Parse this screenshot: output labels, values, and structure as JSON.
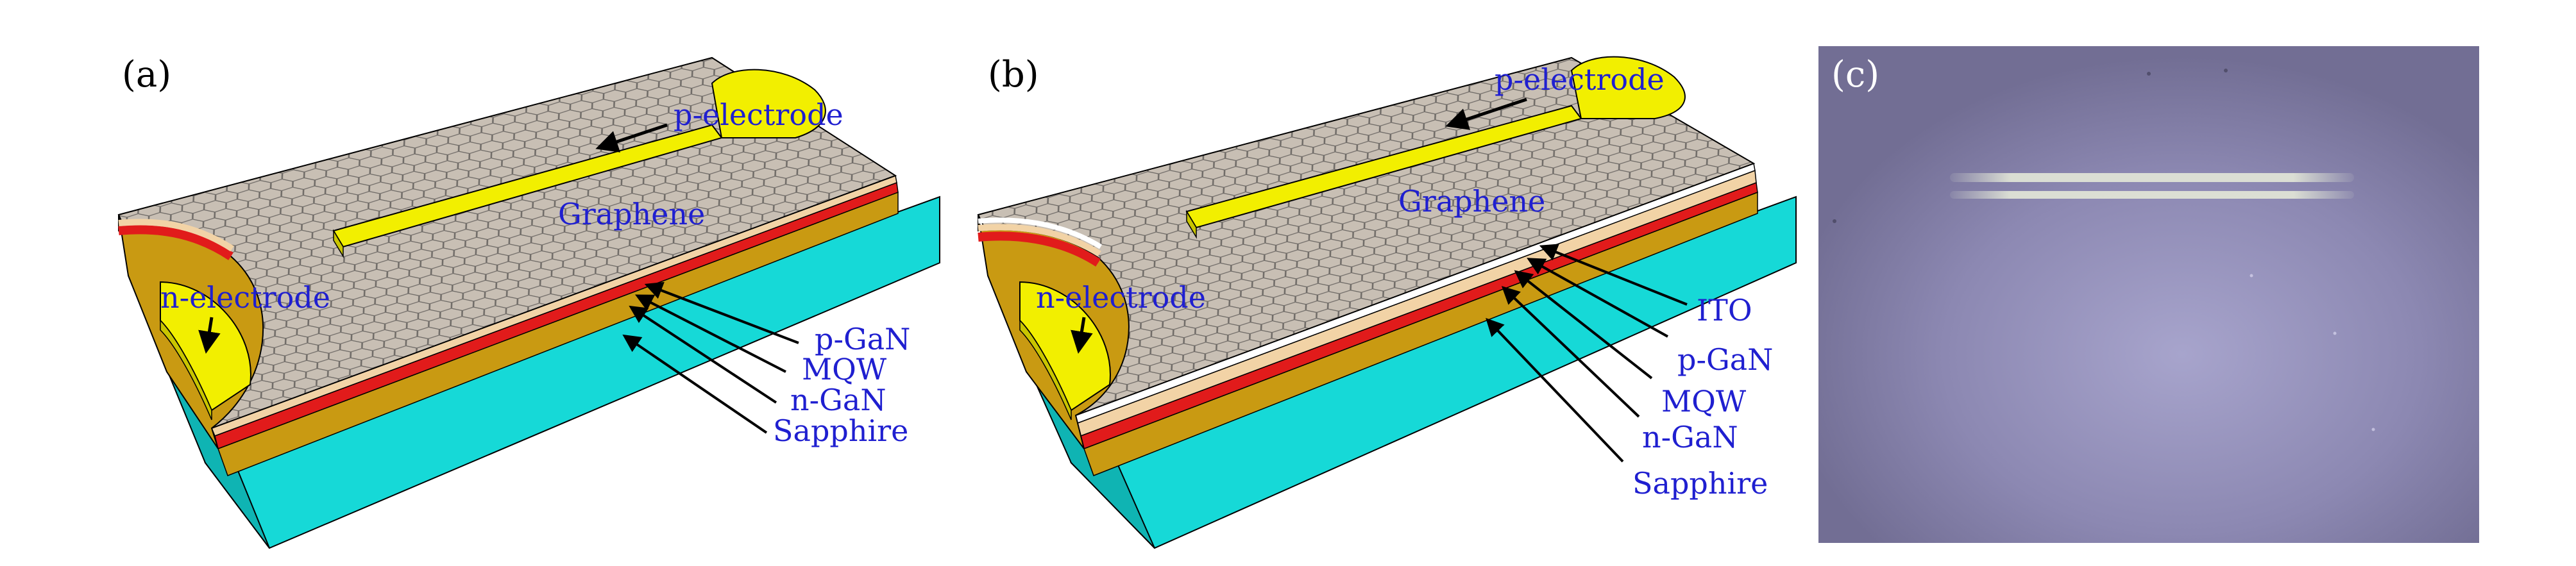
{
  "colors": {
    "graphene": "#c8bfb4",
    "graphene_lines": "#6e6a66",
    "electrode": "#f2ef00",
    "electrode_dark": "#c9c500",
    "p_gan": "#f2d3a6",
    "mqw": "#e11b1b",
    "n_gan": "#c99a12",
    "n_gan_side": "#a87c06",
    "sapphire": "#16d9d7",
    "sapphire_dark": "#0fb4b3",
    "ito": "#ffffff",
    "label_blue": "#1f1fd0",
    "photo_bg": "#7d79a0"
  },
  "panel_a": {
    "label": "(a)",
    "p_electrode": "p-electrode",
    "graphene": "Graphene",
    "n_electrode": "n-electrode",
    "layers": [
      "p-GaN",
      "MQW",
      "n-GaN",
      "Sapphire"
    ]
  },
  "panel_b": {
    "label": "(b)",
    "p_electrode": "p-electrode",
    "graphene": "Graphene",
    "n_electrode": "n-electrode",
    "layers": [
      "ITO",
      "p-GaN",
      "MQW",
      "n-GaN",
      "Sapphire"
    ]
  },
  "panel_c": {
    "label": "(c)"
  }
}
